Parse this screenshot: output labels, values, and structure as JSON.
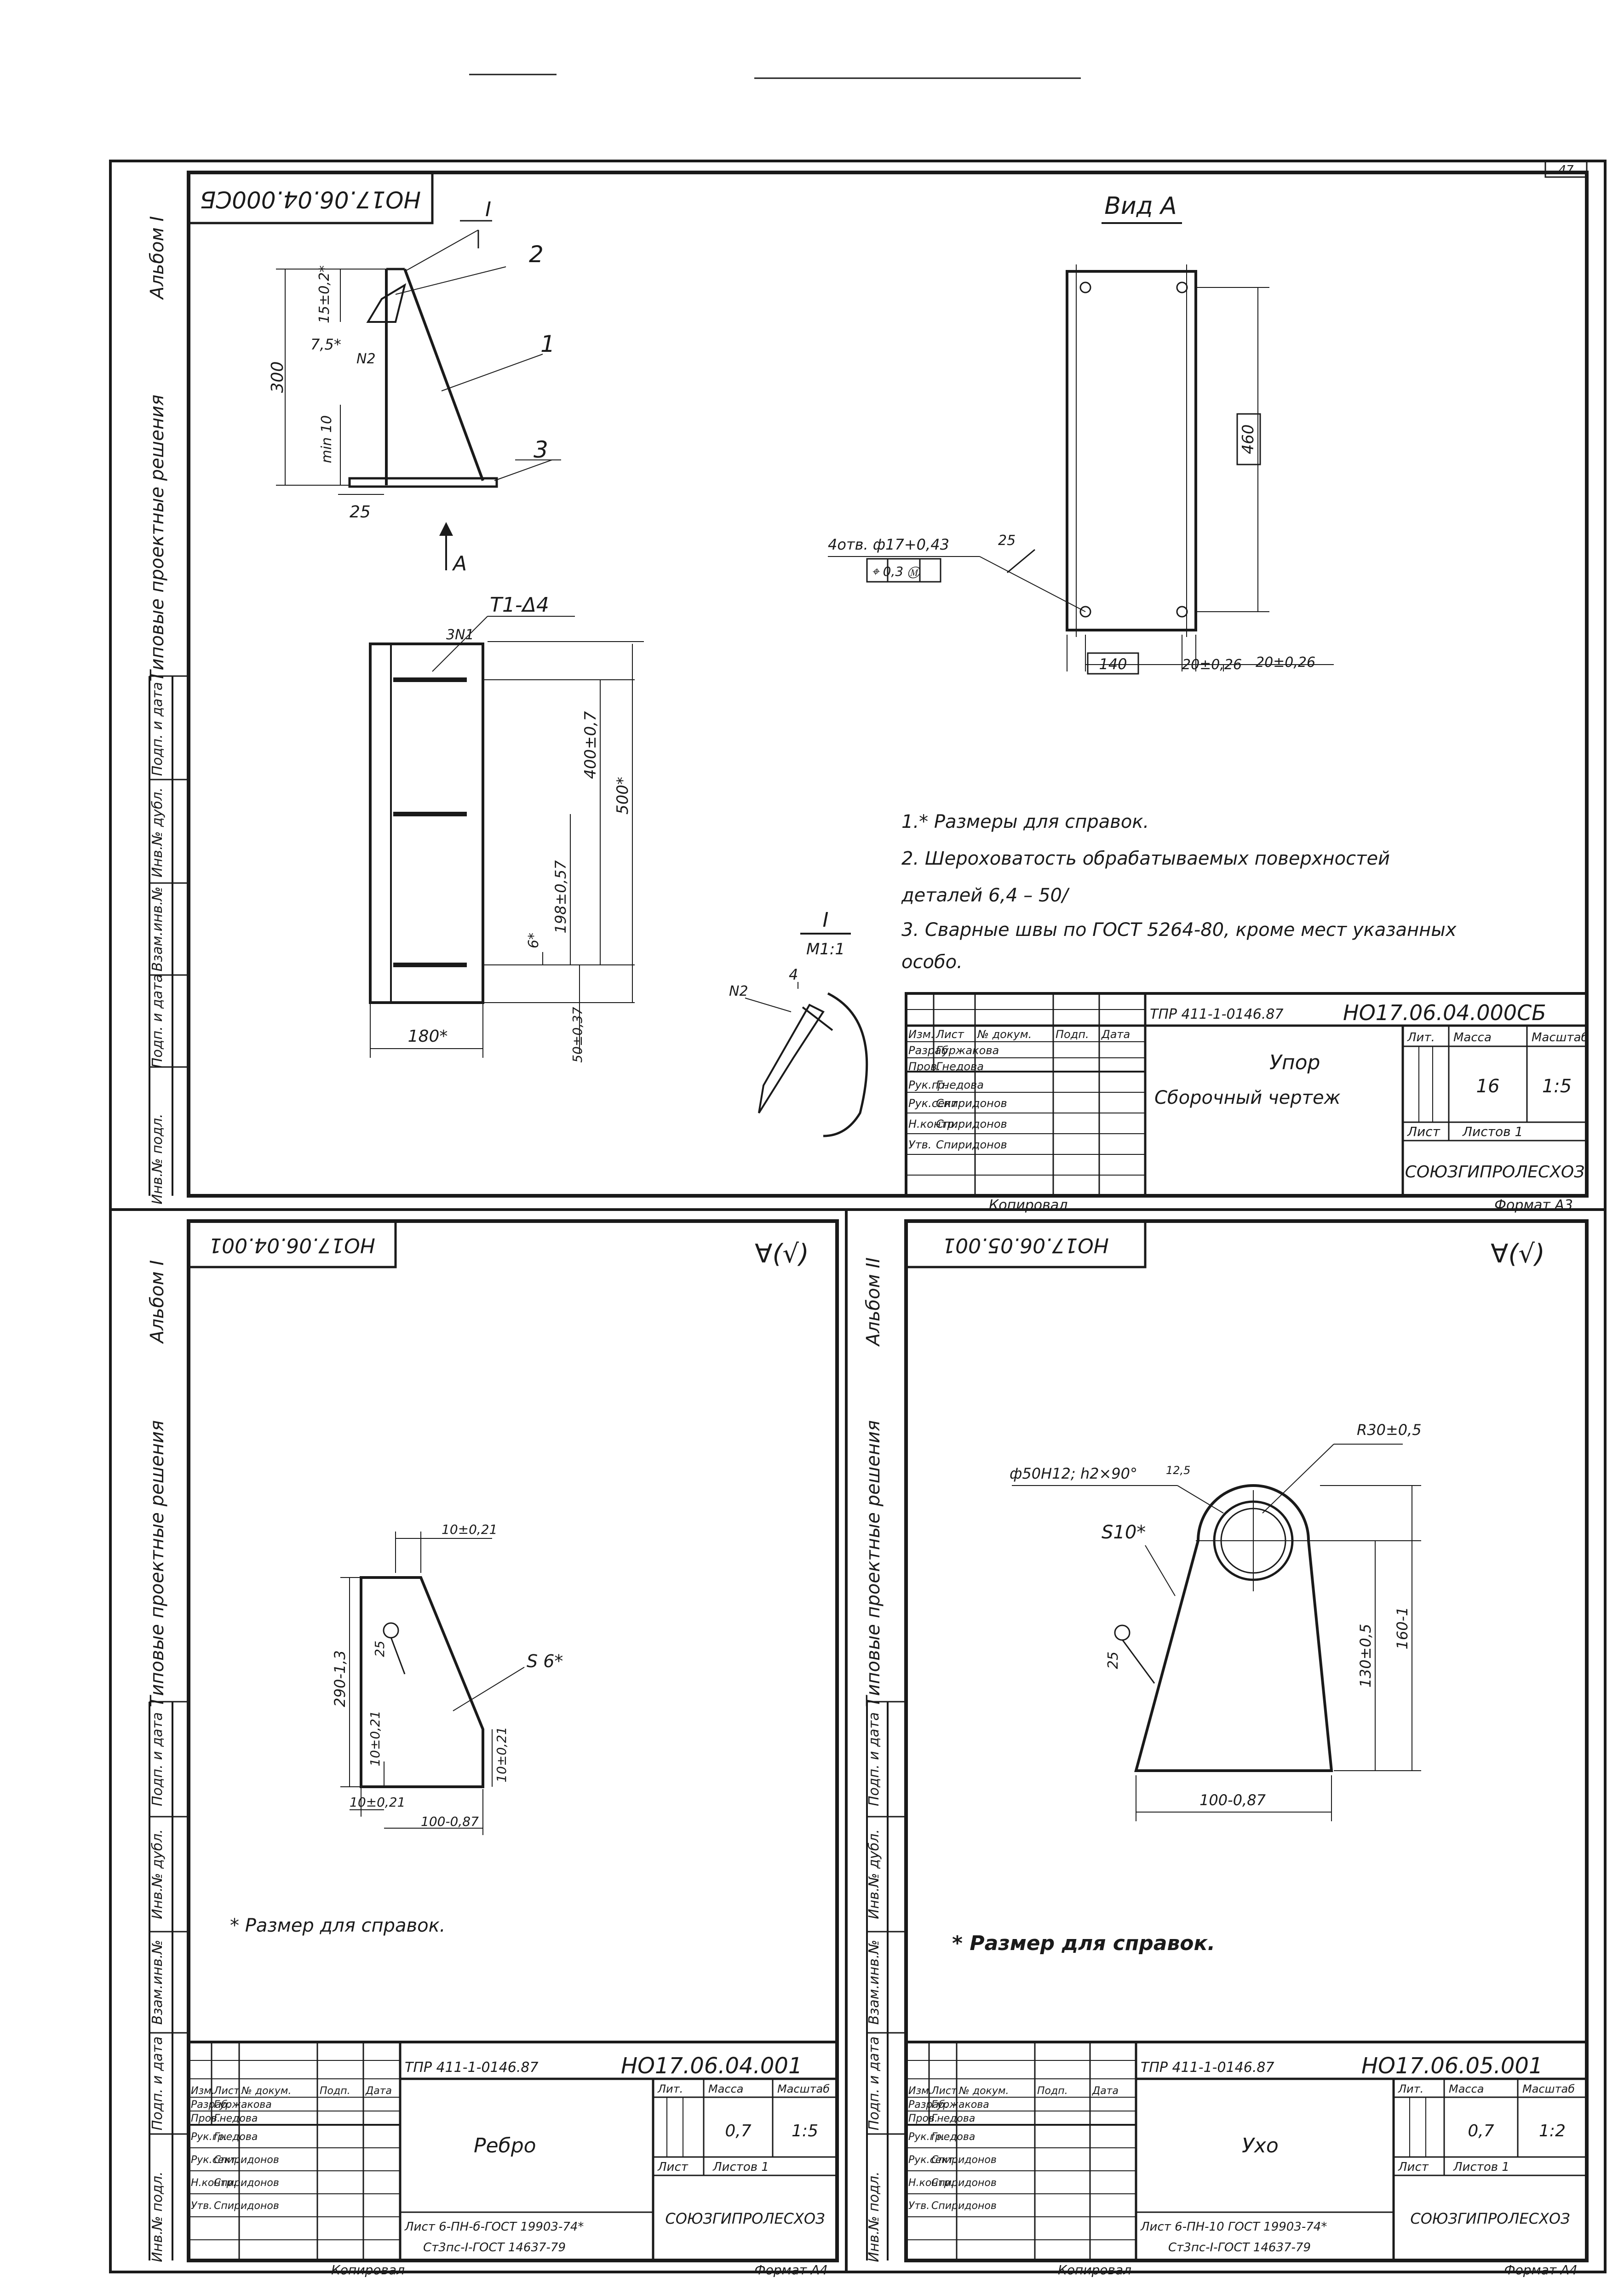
{
  "page_number": "47",
  "sheet1": {
    "rotated_code": "НО17.06.04.000СБ",
    "album": "Альбом I",
    "side_label": "Типовые проектные решения",
    "view_label": "Вид А",
    "view_arrow": "А",
    "mark_I": "I",
    "part_1": "1",
    "part_2": "2",
    "part_3": "3",
    "dim_15": "15±0,2*",
    "dim_75": "7,5*",
    "weld_n2": "N2",
    "dim_300": "300",
    "dim_min10": "min 10",
    "dim_25": "25",
    "weld_top": "3N1",
    "weld_type": "Т1-Δ4",
    "dim_400": "400±0,7",
    "dim_500": "500*",
    "dim_198": "198±0,57",
    "dim_6": "6*",
    "dim_50": "50±0,37",
    "dim_180": "180*",
    "holes_label": "4отв. ф17+0,43",
    "tol_frame": "⌖ 0,3 Ⓜ",
    "rough_25": "25",
    "dim_460": "460",
    "dim_140": "140",
    "dim_20a": "20±0,26",
    "dim_20b": "20±0,26",
    "detail_title": "I",
    "detail_scale": "М1:1",
    "detail_weld": "N2",
    "detail_leg": "4",
    "notes": [
      "1.* Размеры для справок.",
      "2. Шероховатость обрабатываемых поверхностей",
      "   деталей  6,4 – 50/",
      "3. Сварные швы по ГОСТ 5264-80, кроме мест указанных",
      "   особо."
    ],
    "stamp": {
      "project": "ТПР 411-1-0146.87",
      "code": "НО17.06.04.000СБ",
      "name": "Упор",
      "doc": "Сборочный чертеж",
      "lit_h": "Лит.",
      "mass_h": "Масса",
      "scale_h": "Масштаб",
      "mass": "16",
      "scale": "1:5",
      "sheet": "Лист",
      "sheets": "Листов 1",
      "org": "СОЮЗГИПРОЛЕСХОЗ",
      "copied": "Копировал",
      "format": "Формат А3",
      "rows": [
        [
          "Изм.",
          "Лист",
          "№ докум.",
          "Подп.",
          "Дата"
        ],
        [
          "Разраб.",
          "Гуржакова",
          "",
          "",
          ""
        ],
        [
          "Пров.",
          "Гнедова",
          "",
          "",
          ""
        ],
        [
          "Рук.гр.",
          "Гнедова",
          "",
          "",
          ""
        ],
        [
          "Рук.сект.",
          "Спиридонов",
          "",
          "",
          ""
        ],
        [
          "Н.контр.",
          "Спиридонов",
          "",
          "",
          ""
        ],
        [
          "Утв.",
          "Спиридонов",
          "",
          "",
          ""
        ]
      ]
    },
    "left_strip": [
      "Инв.№ подл.",
      "Подп. и дата",
      "Взам.инв.№",
      "Инв.№ дубл.",
      "Подп. и дата"
    ]
  },
  "sheet2": {
    "rotated_code": "НО17.06.04.001",
    "album": "Альбом I",
    "side_label": "Типовые проектные решения",
    "rough_mark": "∀(√)",
    "dim_10top": "10±0,21",
    "dim_290": "290-1,3",
    "dim_10a": "10±0,21",
    "dim_10b": "10±0,21",
    "dim_10bot": "10±0,21",
    "dim_100": "100-0,87",
    "rough_25": "25",
    "thick": "S 6*",
    "note": "* Размер для справок.",
    "stamp": {
      "project": "ТПР 411-1-0146.87",
      "code": "НО17.06.04.001",
      "name": "Ребро",
      "mass": "0,7",
      "scale": "1:5",
      "lit_h": "Лит.",
      "mass_h": "Масса",
      "scale_h": "Масштаб",
      "sheet": "Лист",
      "sheets": "Листов 1",
      "material_1": "Лист  6-ПН-б-ГОСТ 19903-74*",
      "material_2": "Ст3пс-I-ГОСТ 14637-79",
      "org": "СОЮЗГИПРОЛЕСХОЗ",
      "copied": "Копировал",
      "format": "Формат А4",
      "rows": [
        [
          "Изм.",
          "Лист",
          "№ докум.",
          "Подп.",
          "Дата"
        ],
        [
          "Разраб.",
          "Гуржакова",
          "",
          "",
          ""
        ],
        [
          "Пров.",
          "Гнедова",
          "",
          "",
          ""
        ],
        [
          "Рук.гр.",
          "Гнедова",
          "",
          "",
          ""
        ],
        [
          "Рук.сект.",
          "Спиридонов",
          "",
          "",
          ""
        ],
        [
          "Н.контр.",
          "Спиридонов",
          "",
          "",
          ""
        ],
        [
          "Утв.",
          "Спиридонов",
          "",
          "",
          ""
        ]
      ]
    },
    "left_strip": [
      "Инв.№ подл.",
      "Подп. и дата",
      "Взам.инв.№",
      "Инв.№ дубл.",
      "Подп. и дата"
    ]
  },
  "sheet3": {
    "rotated_code": "НО17.06.05.001",
    "album": "Альбом II",
    "side_label": "Типовые проектные решения",
    "rough_mark": "∀(√)",
    "dim_R30": "R30±0,5",
    "dim_hole": "ф50Н12; h2×90°",
    "rough_125": "12,5",
    "thick": "S10*",
    "rough_25": "25",
    "dim_130": "130±0,5",
    "dim_160": "160-1",
    "dim_100": "100-0,87",
    "note": "* Размер для справок.",
    "stamp": {
      "project": "ТПР 411-1-0146.87",
      "code": "НО17.06.05.001",
      "name": "Ухо",
      "mass": "0,7",
      "scale": "1:2",
      "lit_h": "Лит.",
      "mass_h": "Масса",
      "scale_h": "Масштаб",
      "sheet": "Лист",
      "sheets": "Листов 1",
      "material_1": "Лист  6-ПН-10 ГОСТ 19903-74*",
      "material_2": "Ст3пс-I-ГОСТ 14637-79",
      "org": "СОЮЗГИПРОЛЕСХОЗ",
      "copied": "Копировал",
      "format": "Формат А4",
      "rows": [
        [
          "Изм.",
          "Лист",
          "№ докум.",
          "Подп.",
          "Дата"
        ],
        [
          "Разраб.",
          "Гуржакова",
          "",
          "",
          ""
        ],
        [
          "Пров.",
          "Гнедова",
          "",
          "",
          ""
        ],
        [
          "Рук.гр.",
          "Гнедова",
          "",
          "",
          ""
        ],
        [
          "Рук.сект.",
          "Спиридонов",
          "",
          "",
          ""
        ],
        [
          "Н.контр.",
          "Спиридонов",
          "",
          "",
          ""
        ],
        [
          "Утв.",
          "Спиридонов",
          "",
          "",
          ""
        ]
      ]
    },
    "left_strip": [
      "Инв.№ подл.",
      "Подп. и дата",
      "Взам.инв.№",
      "Инв.№ дубл.",
      "Подп. и дата"
    ]
  }
}
